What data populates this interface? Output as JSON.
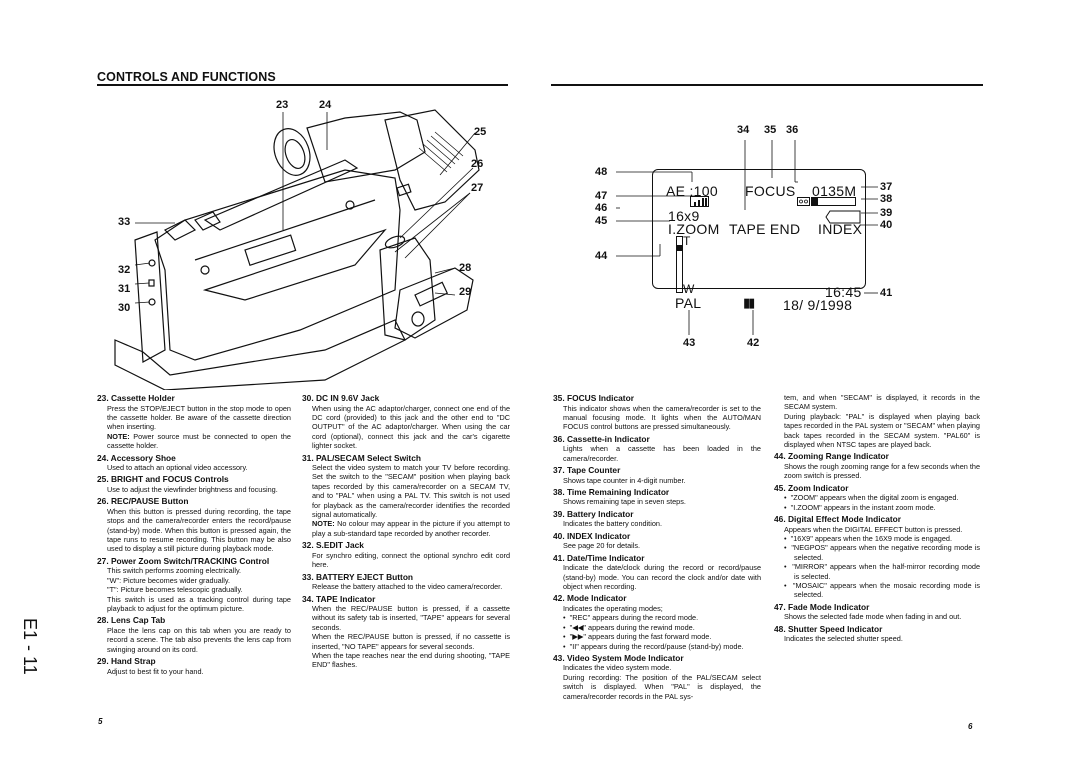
{
  "header": {
    "title": "CONTROLS AND FUNCTIONS"
  },
  "camera_figure": {
    "callouts": [
      "23",
      "24",
      "25",
      "26",
      "27",
      "28",
      "29",
      "30",
      "31",
      "32",
      "33"
    ]
  },
  "viewfinder_figure": {
    "callouts_top": [
      "34",
      "35",
      "36"
    ],
    "callouts_left": [
      "48",
      "47",
      "46",
      "45",
      "44"
    ],
    "callouts_right": [
      "37",
      "38",
      "39",
      "40",
      "41"
    ],
    "callouts_bottom": [
      "43",
      "42"
    ],
    "display": {
      "shutter": "AE :100",
      "focus": "FOCUS",
      "counter": "0135M",
      "digital_effect": "16x9",
      "zoom": "I.ZOOM",
      "tape_end": "TAPE END",
      "index": "INDEX",
      "zoom_tele": "T",
      "zoom_wide": "W",
      "video_system": "PAL",
      "mode_symbol": "▮▮",
      "time": "16:45",
      "date": "18/ 9/1998",
      "tape_remaining_fraction": 0.14
    }
  },
  "columns": [
    [
      {
        "title": "23. Cassette Holder",
        "paras": [
          "Press the STOP/EJECT button in the stop mode to open the cassette holder. Be aware of the cassette direction when inserting."
        ],
        "note": [
          "NOTE:",
          " Power source must be connected to open the cassette holder."
        ]
      },
      {
        "title": "24. Accessory Shoe",
        "paras": [
          "Used to attach an optional video accessory."
        ]
      },
      {
        "title": "25. BRIGHT and FOCUS Controls",
        "paras": [
          "Use to adjust the viewfinder brightness and focusing."
        ]
      },
      {
        "title": "26. REC/PAUSE Button",
        "paras": [
          "When this button is pressed during recording, the tape stops and the camera/recorder enters the record/pause (stand-by) mode. When this button is pressed again, the tape runs to resume recording. This button may be also used to display a still picture during playback mode."
        ]
      },
      {
        "title": "27. Power Zoom Switch/TRACKING Control",
        "paras": [
          "This switch performs zooming electrically.",
          "\"W\": Picture becomes wider gradually.",
          "\"T\": Picture becomes telescopic gradually.",
          "This switch is used as a tracking control during tape playback to adjust for the optimum picture."
        ]
      },
      {
        "title": "28. Lens Cap Tab",
        "paras": [
          "Place the lens cap on this tab when you are ready to record a scene. The tab also prevents the lens cap from swinging around on its cord."
        ]
      },
      {
        "title": "29. Hand Strap",
        "paras": [
          "Adjust to best fit to your hand."
        ]
      }
    ],
    [
      {
        "title": "30. DC IN 9.6V Jack",
        "paras": [
          "When using the AC adaptor/charger, connect one end of the DC cord (provided) to this jack and the other end to \"DC OUTPUT\" of the AC adaptor/charger. When using the car cord (optional), connect this jack and the car's cigarette lighter socket."
        ]
      },
      {
        "title": "31. PAL/SECAM Select Switch",
        "paras": [
          "Select the video system to match your TV before recording. Set the switch to the \"SECAM\" position when playing back tapes recorded by this camera/recorder on a SECAM TV, and to \"PAL\" when using a PAL TV. This switch is not used for playback as the camera/recorder identifies the recorded signal automatically."
        ],
        "note": [
          "NOTE:",
          " No colour may appear in the picture if you attempt to play a sub-standard tape recorded by another recorder."
        ]
      },
      {
        "title": "32. S.EDIT Jack",
        "paras": [
          "For synchro editing, connect the optional synchro edit cord here."
        ]
      },
      {
        "title": "33. BATTERY EJECT Button",
        "paras": [
          "Release the battery attached to the video camera/recorder."
        ]
      },
      {
        "title": "34. TAPE Indicator",
        "paras": [
          "When the REC/PAUSE button is pressed, if a cassette without its safety tab is inserted, \"TAPE\" appears for several seconds.",
          "When the REC/PAUSE button is pressed, if no cassette is inserted, \"NO TAPE\" appears for several seconds.",
          "When the tape reaches near the end during shooting, \"TAPE END\" flashes."
        ]
      }
    ],
    [
      {
        "title": "35. FOCUS Indicator",
        "paras": [
          "This indicator shows when the camera/recorder is set to the manual focusing mode. It lights when the AUTO/MAN FOCUS control buttons are pressed simultaneously."
        ]
      },
      {
        "title": "36. Cassette-in Indicator",
        "paras": [
          "Lights when a cassette has been loaded in the camera/recorder."
        ]
      },
      {
        "title": "37. Tape Counter",
        "paras": [
          "Shows tape counter in 4-digit number."
        ]
      },
      {
        "title": "38. Time Remaining Indicator",
        "paras": [
          "Shows remaining tape in seven steps."
        ]
      },
      {
        "title": "39. Battery Indicator",
        "paras": [
          "Indicates the battery condition."
        ]
      },
      {
        "title": "40. INDEX Indicator",
        "paras": [
          "See page 20 for details."
        ]
      },
      {
        "title": "41. Date/Time Indicator",
        "paras": [
          "Indicate the date/clock during the record or record/pause (stand-by) mode. You can record the clock and/or date with object when recording."
        ]
      },
      {
        "title": "42. Mode Indicator",
        "paras": [
          "Indicates the operating modes;"
        ],
        "bullets": [
          "\"REC\" appears during the record mode.",
          "\"◀◀\" appears during the rewind mode.",
          "\"▶▶\" appears during the fast forward mode.",
          "\"II\" appears during the record/pause (stand-by) mode."
        ]
      },
      {
        "title": "43. Video System Mode Indicator",
        "paras": [
          "Indicates the video system mode.",
          "During recording: The position of the PAL/SECAM select switch is displayed. When \"PAL\" is displayed, the camera/recorder records in the PAL sys-"
        ]
      }
    ],
    [
      {
        "title": "",
        "paras": [
          "tem, and when \"SECAM\" is displayed, it records in the SECAM system.",
          "During playback: \"PAL\" is displayed when playing back tapes recorded in the PAL system or \"SECAM\" when playing back tapes recorded in the SECAM system. \"PAL60\" is displayed when NTSC tapes are played back."
        ]
      },
      {
        "title": "44. Zooming Range Indicator",
        "paras": [
          "Shows the rough zooming range for a few seconds when the zoom switch is pressed."
        ]
      },
      {
        "title": "45. Zoom Indicator",
        "paras": [],
        "bullets": [
          "\"ZOOM\" appears when the digital zoom is engaged.",
          "\"I.ZOOM\" appears in the instant zoom mode."
        ]
      },
      {
        "title": "46. Digital Effect Mode Indicator",
        "paras": [
          "Appears when the DIGITAL EFFECT button is pressed."
        ],
        "bullets": [
          "\"16X9\" appears when the 16X9 mode is engaged.",
          "\"NEGPOS\" appears when the negative recording mode is selected.",
          "\"MIRROR\" appears when the half-mirror recording mode is selected.",
          "\"MOSAIC\" appears when the mosaic recording mode is selected."
        ]
      },
      {
        "title": "47. Fade Mode Indicator",
        "paras": [
          "Shows the selected fade mode when fading in and out."
        ]
      },
      {
        "title": "48. Shutter Speed Indicator",
        "paras": [
          "Indicates the selected shutter speed."
        ]
      }
    ]
  ],
  "footer": {
    "page_left": "5",
    "page_right": "6",
    "side_label": "E1 - 11"
  }
}
